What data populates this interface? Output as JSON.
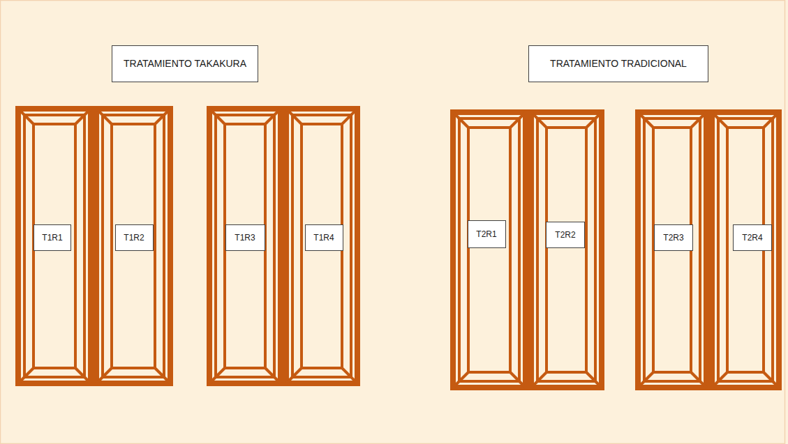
{
  "diagram": {
    "nodes": [
      {
        "text": [
          "TRATAMIENTO TAKAKURA"
        ]
      },
      {
        "text": [
          "TRATAMIENTO TRADICIONAL"
        ]
      },
      {
        "text": [
          "T1R1"
        ]
      },
      {
        "text": [
          "T1R2"
        ]
      },
      {
        "text": [
          "T1R3"
        ]
      },
      {
        "text": [
          "T1R4"
        ]
      },
      {
        "text": [
          "T2R1"
        ]
      },
      {
        "text": [
          "T2R2"
        ]
      },
      {
        "text": [
          "T2R3"
        ]
      },
      {
        "text": [
          "T2R4"
        ]
      }
    ]
  }
}
